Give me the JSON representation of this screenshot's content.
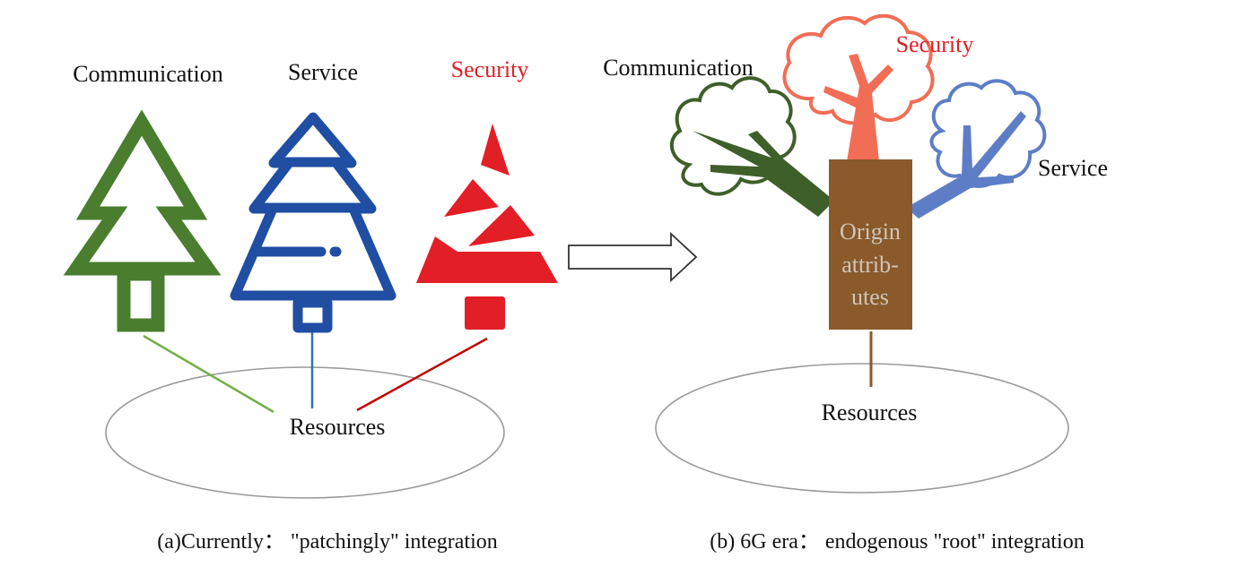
{
  "panel_a": {
    "labels": {
      "communication": "Communication",
      "service": "Service",
      "security": "Security"
    },
    "resources": "Resources",
    "caption": "(a)Currently： \"patchingly\" integration"
  },
  "panel_b": {
    "labels": {
      "communication": "Communication",
      "security": "Security",
      "service": "Service"
    },
    "trunk_lines": [
      "Origin",
      "attrib-",
      "utes"
    ],
    "resources": "Resources",
    "caption": "(b) 6G era： endogenous \"root\" integration"
  },
  "colors": {
    "communication": "#4a7d2e",
    "service": "#1f4ea3",
    "security": "#e21e26",
    "security_light": "#f26d55",
    "service_light": "#5d7ec6",
    "trunk": "#8a5a2b",
    "ellipse_stroke": "#9a9a9a",
    "line_green": "#70ad47",
    "line_blue": "#2e75b6",
    "line_red": "#c00000"
  },
  "icons": {
    "arrow": "right-outline-arrow-icon"
  }
}
